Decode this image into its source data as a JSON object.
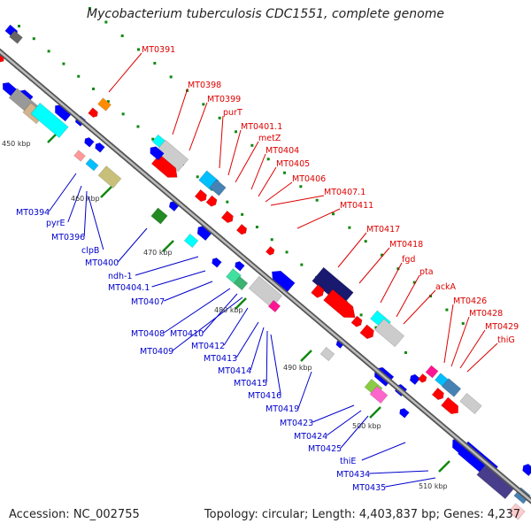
{
  "title": "Mycobacterium tuberculosis CDC1551, complete genome",
  "footer": {
    "accession": "Accession: NC_002755",
    "summary": "Topology: circular; Length: 4,403,837 bp; Genes: 4,237"
  },
  "colors": {
    "backbone": "#888888",
    "forward_label": "#dd0000",
    "reverse_label": "#0000cc",
    "forward_feature": "#ff0000",
    "reverse_feature": "#0000ff",
    "tick": "#118811"
  },
  "ticks": [
    "450 kbp",
    "460 kbp",
    "470 kbp",
    "480 kbp",
    "490 kbp",
    "500 kbp",
    "510 kbp"
  ],
  "labels_forward": [
    "MT0391",
    "MT0398",
    "MT0399",
    "purT",
    "MT0401.1",
    "metZ",
    "MT0404",
    "MT0405",
    "MT0406",
    "MT0407.1",
    "MT0411",
    "MT0417",
    "MT0418",
    "fgd",
    "pta",
    "ackA",
    "MT0426",
    "MT0428",
    "MT0429",
    "thiG"
  ],
  "labels_reverse": [
    "MT0394",
    "pyrE",
    "MT0396",
    "clpB",
    "MT0400",
    "ndh-1",
    "MT0404.1",
    "MT0407",
    "MT0408",
    "MT0410",
    "MT0409",
    "MT0412",
    "MT0413",
    "MT0414",
    "MT0415",
    "MT0416",
    "MT0419",
    "MT0423",
    "MT0424",
    "MT0425",
    "thiE",
    "MT0434",
    "MT0435"
  ]
}
